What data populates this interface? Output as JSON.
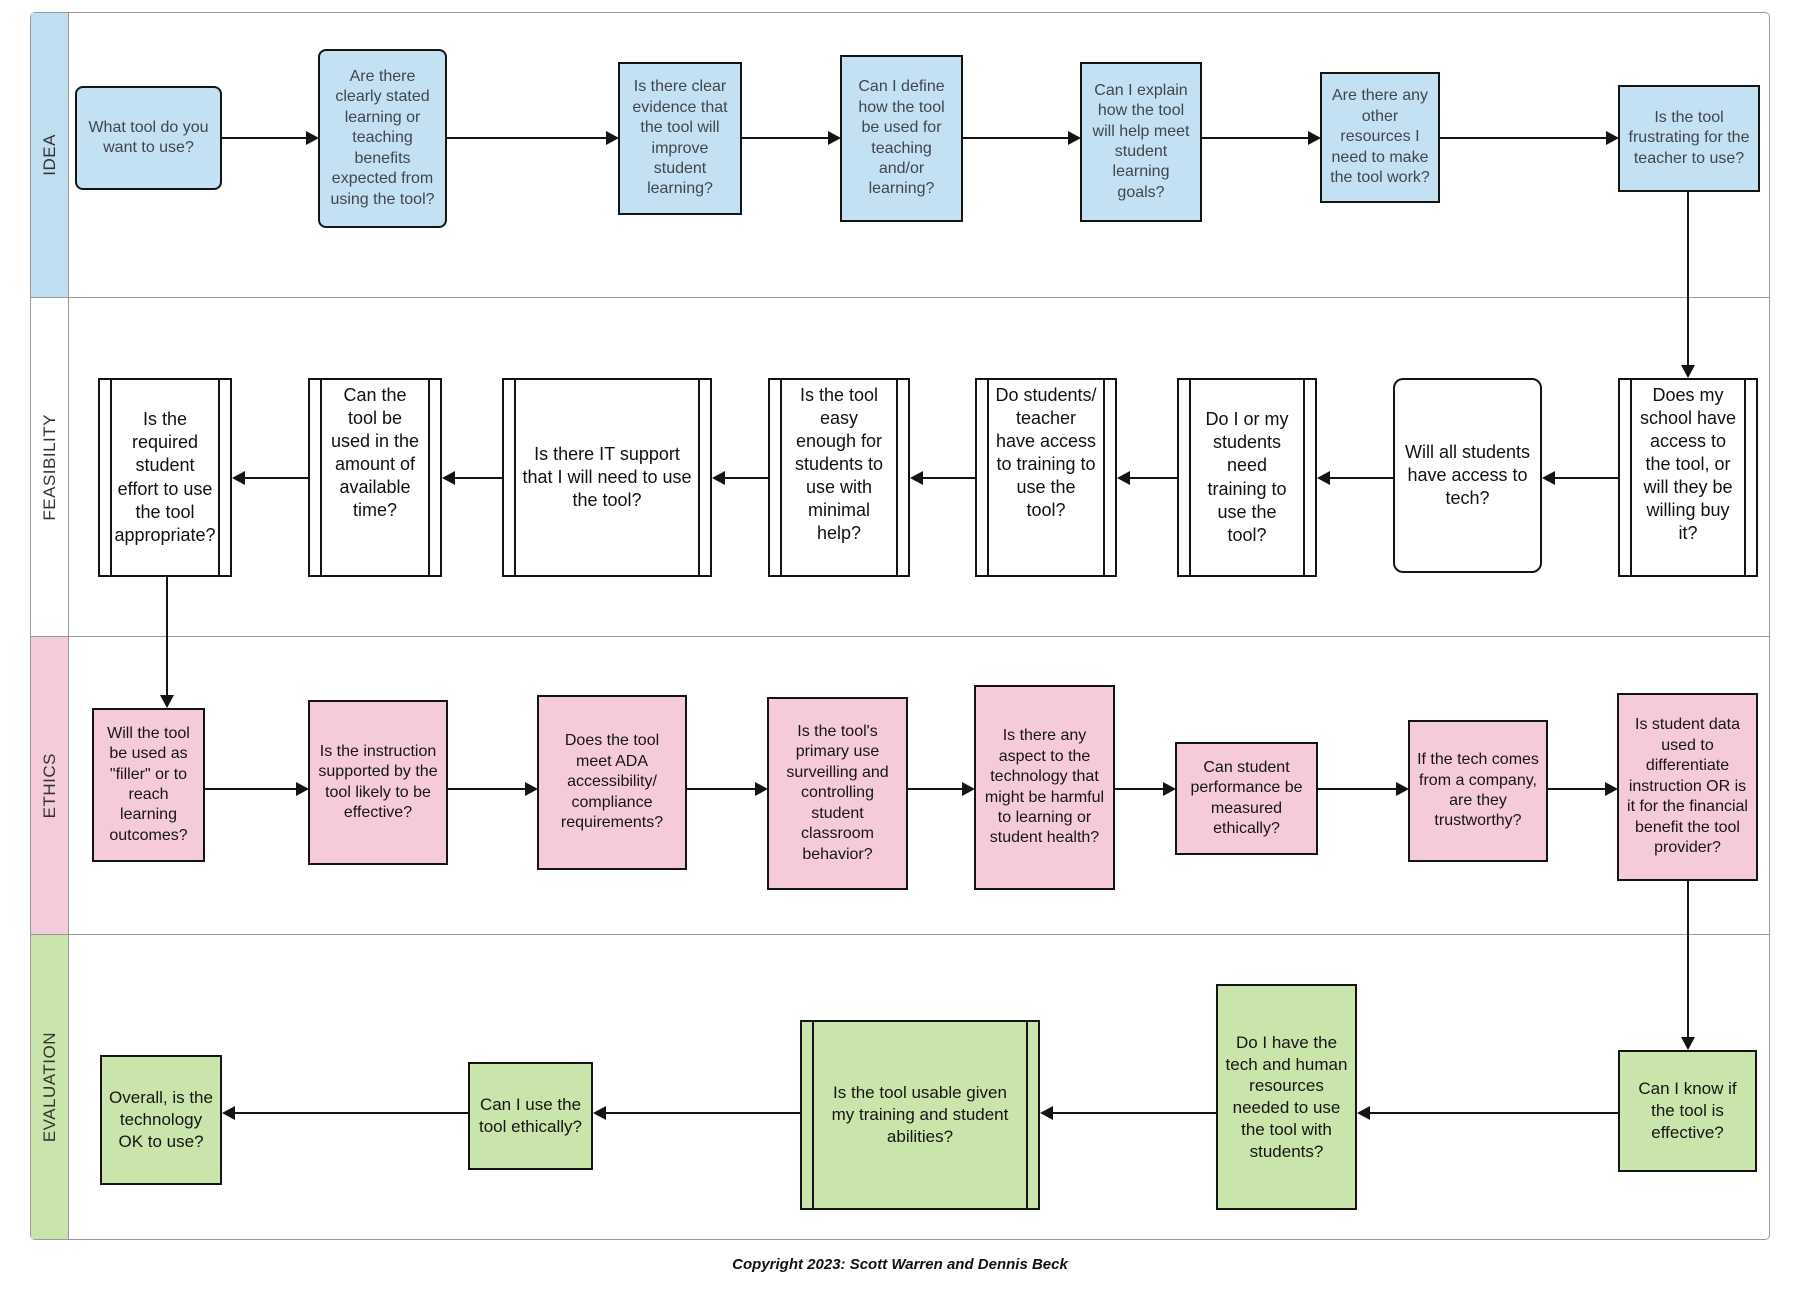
{
  "colors": {
    "idea_fill": "#c3e1f2",
    "feasibility_fill": "#ffffff",
    "ethics_fill": "#f6cbd8",
    "evaluation_fill": "#c9e5ab",
    "box_border": "#141414",
    "lane_border": "#9a9a9a"
  },
  "lanes": [
    {
      "label": "IDEA",
      "boxes": [
        {
          "text": "What tool do you want to use?"
        },
        {
          "text": "Are there clearly stated learning or teaching benefits expected from using the tool?"
        },
        {
          "text": "Is there clear evidence that the tool will improve student learning?"
        },
        {
          "text": "Can I define how the tool be used for teaching and/or learning?"
        },
        {
          "text": "Can I explain how the tool will help meet student learning goals?"
        },
        {
          "text": "Are there any other resources I need to make the tool work?"
        },
        {
          "text": "Is the tool frustrating for the teacher to use?"
        }
      ]
    },
    {
      "label": "FEASIBILITY",
      "boxes": [
        {
          "text": "Does my school have access to the tool, or will they be willing buy it?"
        },
        {
          "text": "Will all students have access to tech?"
        },
        {
          "text": "Do I or my students need training to use the tool?"
        },
        {
          "text": "Do students/ teacher have access to training to use the tool?"
        },
        {
          "text": "Is the tool easy enough for students to use with minimal help?"
        },
        {
          "text": "Is there IT support that I will need to use the tool?"
        },
        {
          "text": "Can the tool be used in the amount of available time?"
        },
        {
          "text": "Is the required student effort to use the tool appropriate?"
        }
      ]
    },
    {
      "label": "ETHICS",
      "boxes": [
        {
          "text": "Will the tool be used as \"filler\" or to reach learning outcomes?"
        },
        {
          "text": "Is the instruction supported by the tool likely to be effective?"
        },
        {
          "text": "Does the tool meet ADA accessibility/ compliance requirements?"
        },
        {
          "text": "Is the tool's primary use surveilling and controlling student classroom behavior?"
        },
        {
          "text": "Is there any aspect to the technology that might be harmful to learning or student health?"
        },
        {
          "text": "Can student performance be measured ethically?"
        },
        {
          "text": "If the tech comes from a company, are they trustworthy?"
        },
        {
          "text": "Is student data used to differentiate instruction OR is it for the financial benefit the tool provider?"
        }
      ]
    },
    {
      "label": "EVALUATION",
      "boxes": [
        {
          "text": "Can I know if the tool is effective?"
        },
        {
          "text": "Do I have the tech and human resources needed to use the tool with students?"
        },
        {
          "text": "Is the tool usable given my training and student abilities?"
        },
        {
          "text": "Can I use the tool ethically?"
        },
        {
          "text": "Overall, is the technology OK to use?"
        }
      ]
    }
  ],
  "footer": {
    "copyright": "Copyright 2023: Scott Warren and Dennis Beck"
  }
}
